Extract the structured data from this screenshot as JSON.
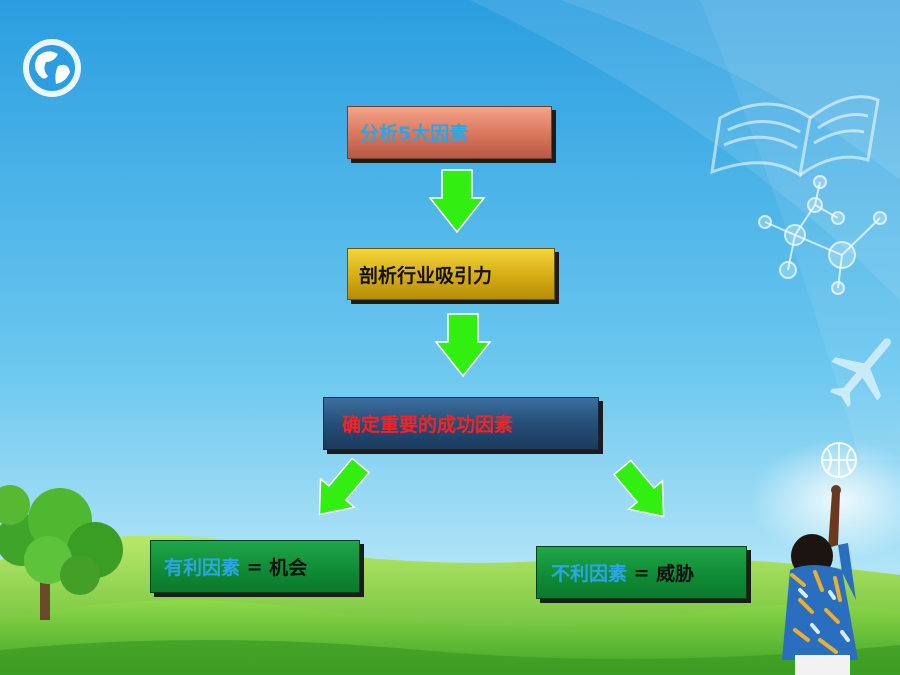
{
  "diagram": {
    "step1": "分析5大因素",
    "step2": "剖析行业吸引力",
    "step3": "确定重要的成功因素",
    "favorable": {
      "factor": "有利因素",
      "equals": " = ",
      "result": "机会"
    },
    "unfavorable": {
      "factor": "不利因素",
      "equals": " = ",
      "result": "威胁"
    }
  },
  "colors": {
    "sky_top": "#2a9ee0",
    "sky_bottom": "#d6f3fb",
    "grass": "#5cc030",
    "arrow": "#33ee11",
    "step1_fill": "#e8866a",
    "step2_fill": "#e6c020",
    "step3_fill": "#2f5f8f",
    "result_fill": "#12903a",
    "text_blue": "#2aa6e8",
    "text_red": "#ff2020"
  },
  "icons": [
    "globe-icon",
    "open-book-icon",
    "molecule-icon",
    "airplane-icon",
    "basketball-icon",
    "tree-icon",
    "person-figure"
  ]
}
